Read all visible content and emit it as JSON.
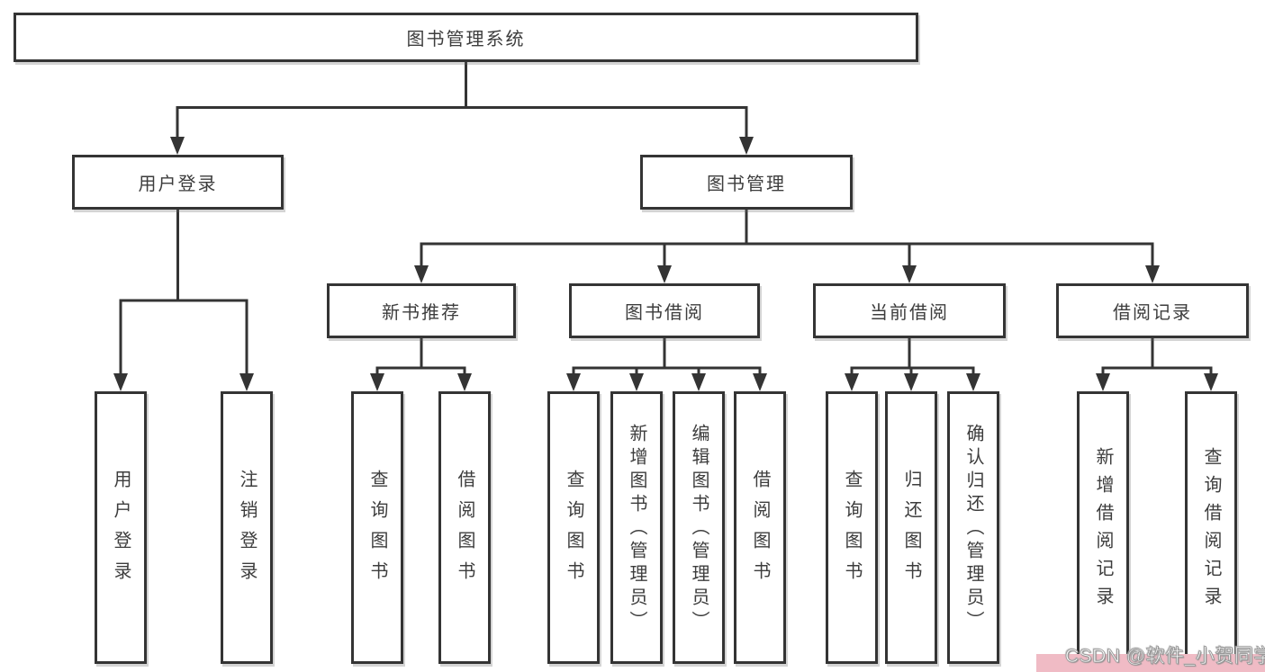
{
  "root": {
    "label": "图书管理系统"
  },
  "user": {
    "label": "用户登录",
    "children": [
      {
        "label": "用户登录"
      },
      {
        "label": "注销登录"
      }
    ]
  },
  "book": {
    "label": "图书管理",
    "children": [
      {
        "label": "新书推荐",
        "leaves": [
          {
            "label": "查询图书"
          },
          {
            "label": "借阅图书"
          }
        ]
      },
      {
        "label": "图书借阅",
        "leaves": [
          {
            "label": "查询图书"
          },
          {
            "label": "新增图书（管理员）"
          },
          {
            "label": "编辑图书（管理员）"
          },
          {
            "label": "借阅图书"
          }
        ]
      },
      {
        "label": "当前借阅",
        "leaves": [
          {
            "label": "查询图书"
          },
          {
            "label": "归还图书"
          },
          {
            "label": "确认归还（管理员）"
          }
        ]
      },
      {
        "label": "借阅记录",
        "leaves": [
          {
            "label": "新增借阅记录"
          },
          {
            "label": "查询借阅记录"
          }
        ]
      }
    ]
  },
  "watermark": {
    "text": "CSDN @软件_小贺同学",
    "band_color": "#f0bbc5"
  },
  "colors": {
    "line": "#343434",
    "box_border": "#343434",
    "text": "#3d3d3d",
    "background": "#ffffff"
  }
}
